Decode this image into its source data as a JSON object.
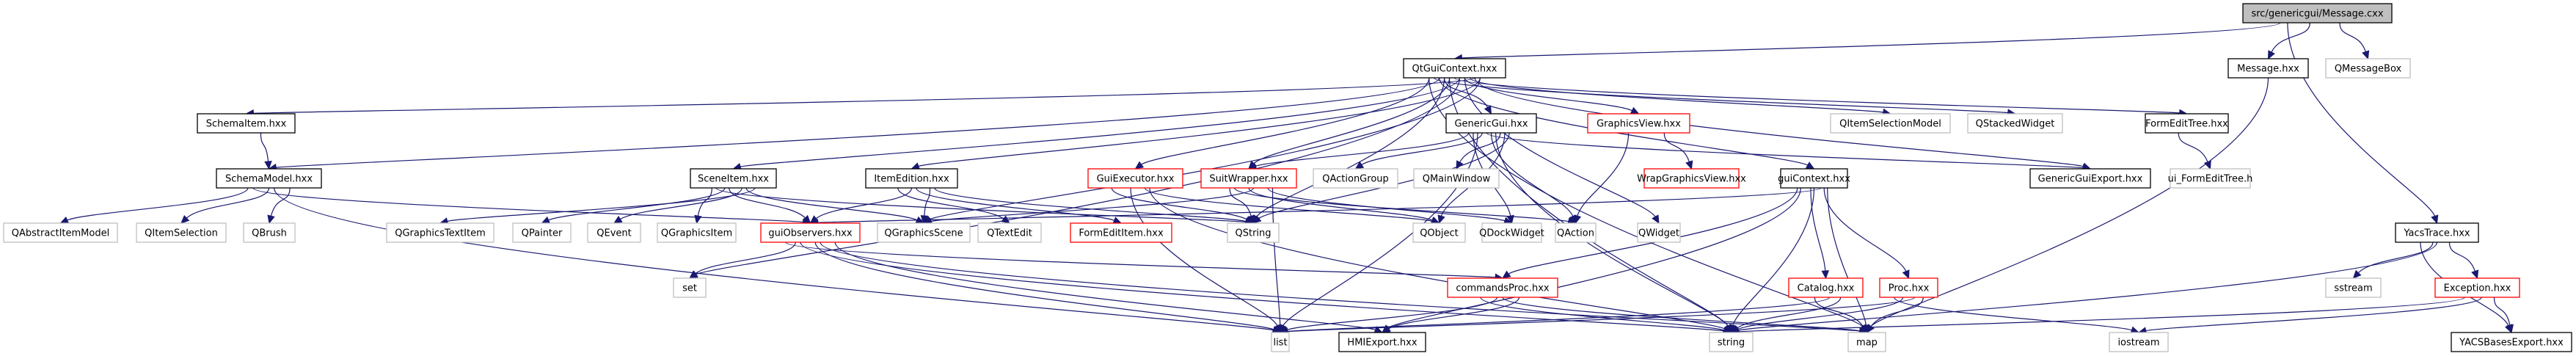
{
  "title": "src/genericgui/Message.cxx include dependency graph",
  "colors": {
    "edge": "#191970",
    "root_fill": "#bfbfbf",
    "root_border": "#000000",
    "documented_border": "#000000",
    "truncated_border": "#ff0000",
    "external_border": "#bfbfbf",
    "node_fill": "#ffffff"
  },
  "nodes": [
    {
      "id": "root",
      "label": "src/genericgui/Message.cxx",
      "kind": "root"
    },
    {
      "id": "QtGuiContext",
      "label": "QtGuiContext.hxx",
      "kind": "documented"
    },
    {
      "id": "MessageH",
      "label": "Message.hxx",
      "kind": "documented"
    },
    {
      "id": "QMessageBox",
      "label": "QMessageBox",
      "kind": "external"
    },
    {
      "id": "SchemaItem",
      "label": "SchemaItem.hxx",
      "kind": "documented"
    },
    {
      "id": "GenericGui",
      "label": "GenericGui.hxx",
      "kind": "documented"
    },
    {
      "id": "GraphicsView",
      "label": "GraphicsView.hxx",
      "kind": "truncated"
    },
    {
      "id": "QItemSelectionModel",
      "label": "QItemSelectionModel",
      "kind": "external"
    },
    {
      "id": "QStackedWidget",
      "label": "QStackedWidget",
      "kind": "external"
    },
    {
      "id": "FormEditTree",
      "label": "FormEditTree.hxx",
      "kind": "documented"
    },
    {
      "id": "SchemaModel",
      "label": "SchemaModel.hxx",
      "kind": "documented"
    },
    {
      "id": "SceneItem",
      "label": "SceneItem.hxx",
      "kind": "documented"
    },
    {
      "id": "ItemEdition",
      "label": "ItemEdition.hxx",
      "kind": "documented"
    },
    {
      "id": "GuiExecutor",
      "label": "GuiExecutor.hxx",
      "kind": "truncated"
    },
    {
      "id": "SuitWrapper",
      "label": "SuitWrapper.hxx",
      "kind": "truncated"
    },
    {
      "id": "QActionGroup",
      "label": "QActionGroup",
      "kind": "external"
    },
    {
      "id": "QMainWindow",
      "label": "QMainWindow",
      "kind": "external"
    },
    {
      "id": "WrapGraphicsView",
      "label": "WrapGraphicsView.hxx",
      "kind": "truncated"
    },
    {
      "id": "guiContext",
      "label": "guiContext.hxx",
      "kind": "documented"
    },
    {
      "id": "GenericGuiExport",
      "label": "GenericGuiExport.hxx",
      "kind": "documented"
    },
    {
      "id": "ui_FormEditTree",
      "label": "ui_FormEditTree.h",
      "kind": "external"
    },
    {
      "id": "QAbstractItemModel",
      "label": "QAbstractItemModel",
      "kind": "external"
    },
    {
      "id": "QItemSelection",
      "label": "QItemSelection",
      "kind": "external"
    },
    {
      "id": "QBrush",
      "label": "QBrush",
      "kind": "external"
    },
    {
      "id": "QGraphicsTextItem",
      "label": "QGraphicsTextItem",
      "kind": "external"
    },
    {
      "id": "QPainter",
      "label": "QPainter",
      "kind": "external"
    },
    {
      "id": "QEvent",
      "label": "QEvent",
      "kind": "external"
    },
    {
      "id": "QGraphicsItem",
      "label": "QGraphicsItem",
      "kind": "external"
    },
    {
      "id": "guiObservers",
      "label": "guiObservers.hxx",
      "kind": "truncated"
    },
    {
      "id": "QGraphicsScene",
      "label": "QGraphicsScene",
      "kind": "external"
    },
    {
      "id": "QTextEdit",
      "label": "QTextEdit",
      "kind": "external"
    },
    {
      "id": "FormEditItem",
      "label": "FormEditItem.hxx",
      "kind": "truncated"
    },
    {
      "id": "QString",
      "label": "QString",
      "kind": "external"
    },
    {
      "id": "QObject",
      "label": "QObject",
      "kind": "external"
    },
    {
      "id": "QDockWidget",
      "label": "QDockWidget",
      "kind": "external"
    },
    {
      "id": "QAction",
      "label": "QAction",
      "kind": "external"
    },
    {
      "id": "QWidget",
      "label": "QWidget",
      "kind": "external"
    },
    {
      "id": "YacsTrace",
      "label": "YacsTrace.hxx",
      "kind": "documented"
    },
    {
      "id": "set",
      "label": "set",
      "kind": "external"
    },
    {
      "id": "commandsProc",
      "label": "commandsProc.hxx",
      "kind": "truncated"
    },
    {
      "id": "Catalog",
      "label": "Catalog.hxx",
      "kind": "truncated"
    },
    {
      "id": "Proc",
      "label": "Proc.hxx",
      "kind": "truncated"
    },
    {
      "id": "sstream",
      "label": "sstream",
      "kind": "external"
    },
    {
      "id": "Exception",
      "label": "Exception.hxx",
      "kind": "truncated"
    },
    {
      "id": "list",
      "label": "list",
      "kind": "external"
    },
    {
      "id": "HMIExport",
      "label": "HMIExport.hxx",
      "kind": "documented"
    },
    {
      "id": "string",
      "label": "string",
      "kind": "external"
    },
    {
      "id": "map",
      "label": "map",
      "kind": "external"
    },
    {
      "id": "iostream",
      "label": "iostream",
      "kind": "external"
    },
    {
      "id": "YACSBasesExport",
      "label": "YACSBasesExport.hxx",
      "kind": "documented"
    }
  ],
  "edges": [
    [
      "root",
      "QtGuiContext"
    ],
    [
      "root",
      "MessageH"
    ],
    [
      "root",
      "QMessageBox"
    ],
    [
      "root",
      "YacsTrace"
    ],
    [
      "MessageH",
      "map"
    ],
    [
      "QtGuiContext",
      "SchemaItem"
    ],
    [
      "QtGuiContext",
      "SchemaModel"
    ],
    [
      "QtGuiContext",
      "SceneItem"
    ],
    [
      "QtGuiContext",
      "ItemEdition"
    ],
    [
      "QtGuiContext",
      "GenericGui"
    ],
    [
      "QtGuiContext",
      "GraphicsView"
    ],
    [
      "QtGuiContext",
      "GuiExecutor"
    ],
    [
      "QtGuiContext",
      "SuitWrapper"
    ],
    [
      "QtGuiContext",
      "QItemSelectionModel"
    ],
    [
      "QtGuiContext",
      "QStackedWidget"
    ],
    [
      "QtGuiContext",
      "FormEditTree"
    ],
    [
      "QtGuiContext",
      "GenericGuiExport"
    ],
    [
      "QtGuiContext",
      "guiContext"
    ],
    [
      "QtGuiContext",
      "set"
    ],
    [
      "QtGuiContext",
      "QGraphicsScene"
    ],
    [
      "QtGuiContext",
      "QString"
    ],
    [
      "QtGuiContext",
      "QWidget"
    ],
    [
      "QtGuiContext",
      "map"
    ],
    [
      "QtGuiContext",
      "string"
    ],
    [
      "SchemaItem",
      "SchemaModel"
    ],
    [
      "SchemaModel",
      "QAbstractItemModel"
    ],
    [
      "SchemaModel",
      "QItemSelection"
    ],
    [
      "SchemaModel",
      "QBrush"
    ],
    [
      "SchemaModel",
      "guiObservers"
    ],
    [
      "SchemaModel",
      "list"
    ],
    [
      "SceneItem",
      "QGraphicsTextItem"
    ],
    [
      "SceneItem",
      "QPainter"
    ],
    [
      "SceneItem",
      "QEvent"
    ],
    [
      "SceneItem",
      "QGraphicsItem"
    ],
    [
      "SceneItem",
      "guiObservers"
    ],
    [
      "SceneItem",
      "QGraphicsScene"
    ],
    [
      "SceneItem",
      "QString"
    ],
    [
      "ItemEdition",
      "guiObservers"
    ],
    [
      "ItemEdition",
      "QGraphicsScene"
    ],
    [
      "ItemEdition",
      "QTextEdit"
    ],
    [
      "ItemEdition",
      "FormEditItem"
    ],
    [
      "ItemEdition",
      "QString"
    ],
    [
      "GenericGui",
      "QActionGroup"
    ],
    [
      "GenericGui",
      "QMainWindow"
    ],
    [
      "GenericGui",
      "SuitWrapper"
    ],
    [
      "GenericGui",
      "GenericGuiExport"
    ],
    [
      "GenericGui",
      "QObject"
    ],
    [
      "GenericGui",
      "QDockWidget"
    ],
    [
      "GenericGui",
      "QAction"
    ],
    [
      "GenericGui",
      "QString"
    ],
    [
      "GenericGui",
      "list"
    ],
    [
      "GenericGui",
      "string"
    ],
    [
      "GraphicsView",
      "WrapGraphicsView"
    ],
    [
      "GraphicsView",
      "QAction"
    ],
    [
      "GuiExecutor",
      "QObject"
    ],
    [
      "GuiExecutor",
      "QString"
    ],
    [
      "GuiExecutor",
      "list"
    ],
    [
      "GuiExecutor",
      "string"
    ],
    [
      "SuitWrapper",
      "QString"
    ],
    [
      "SuitWrapper",
      "QObject"
    ],
    [
      "SuitWrapper",
      "QDockWidget"
    ],
    [
      "SuitWrapper",
      "QAction"
    ],
    [
      "SuitWrapper",
      "QGraphicsScene"
    ],
    [
      "SuitWrapper",
      "list"
    ],
    [
      "FormEditTree",
      "ui_FormEditTree"
    ],
    [
      "guiContext",
      "guiObservers"
    ],
    [
      "guiContext",
      "commandsProc"
    ],
    [
      "guiContext",
      "Catalog"
    ],
    [
      "guiContext",
      "Proc"
    ],
    [
      "guiContext",
      "HMIExport"
    ],
    [
      "guiContext",
      "string"
    ],
    [
      "guiContext",
      "map"
    ],
    [
      "guiObservers",
      "set"
    ],
    [
      "guiObservers",
      "list"
    ],
    [
      "guiObservers",
      "HMIExport"
    ],
    [
      "guiObservers",
      "string"
    ],
    [
      "guiObservers",
      "map"
    ],
    [
      "guiObservers",
      "commandsProc"
    ],
    [
      "commandsProc",
      "list"
    ],
    [
      "commandsProc",
      "HMIExport"
    ],
    [
      "commandsProc",
      "string"
    ],
    [
      "commandsProc",
      "map"
    ],
    [
      "Catalog",
      "string"
    ],
    [
      "Catalog",
      "map"
    ],
    [
      "Catalog",
      "list"
    ],
    [
      "Proc",
      "map"
    ],
    [
      "Proc",
      "string"
    ],
    [
      "Proc",
      "list"
    ],
    [
      "Proc",
      "iostream"
    ],
    [
      "YacsTrace",
      "sstream"
    ],
    [
      "YacsTrace",
      "Exception"
    ],
    [
      "YacsTrace",
      "YACSBasesExport"
    ],
    [
      "YacsTrace",
      "string"
    ],
    [
      "Exception",
      "YACSBasesExport"
    ],
    [
      "Exception",
      "string"
    ],
    [
      "Exception",
      "iostream"
    ]
  ]
}
